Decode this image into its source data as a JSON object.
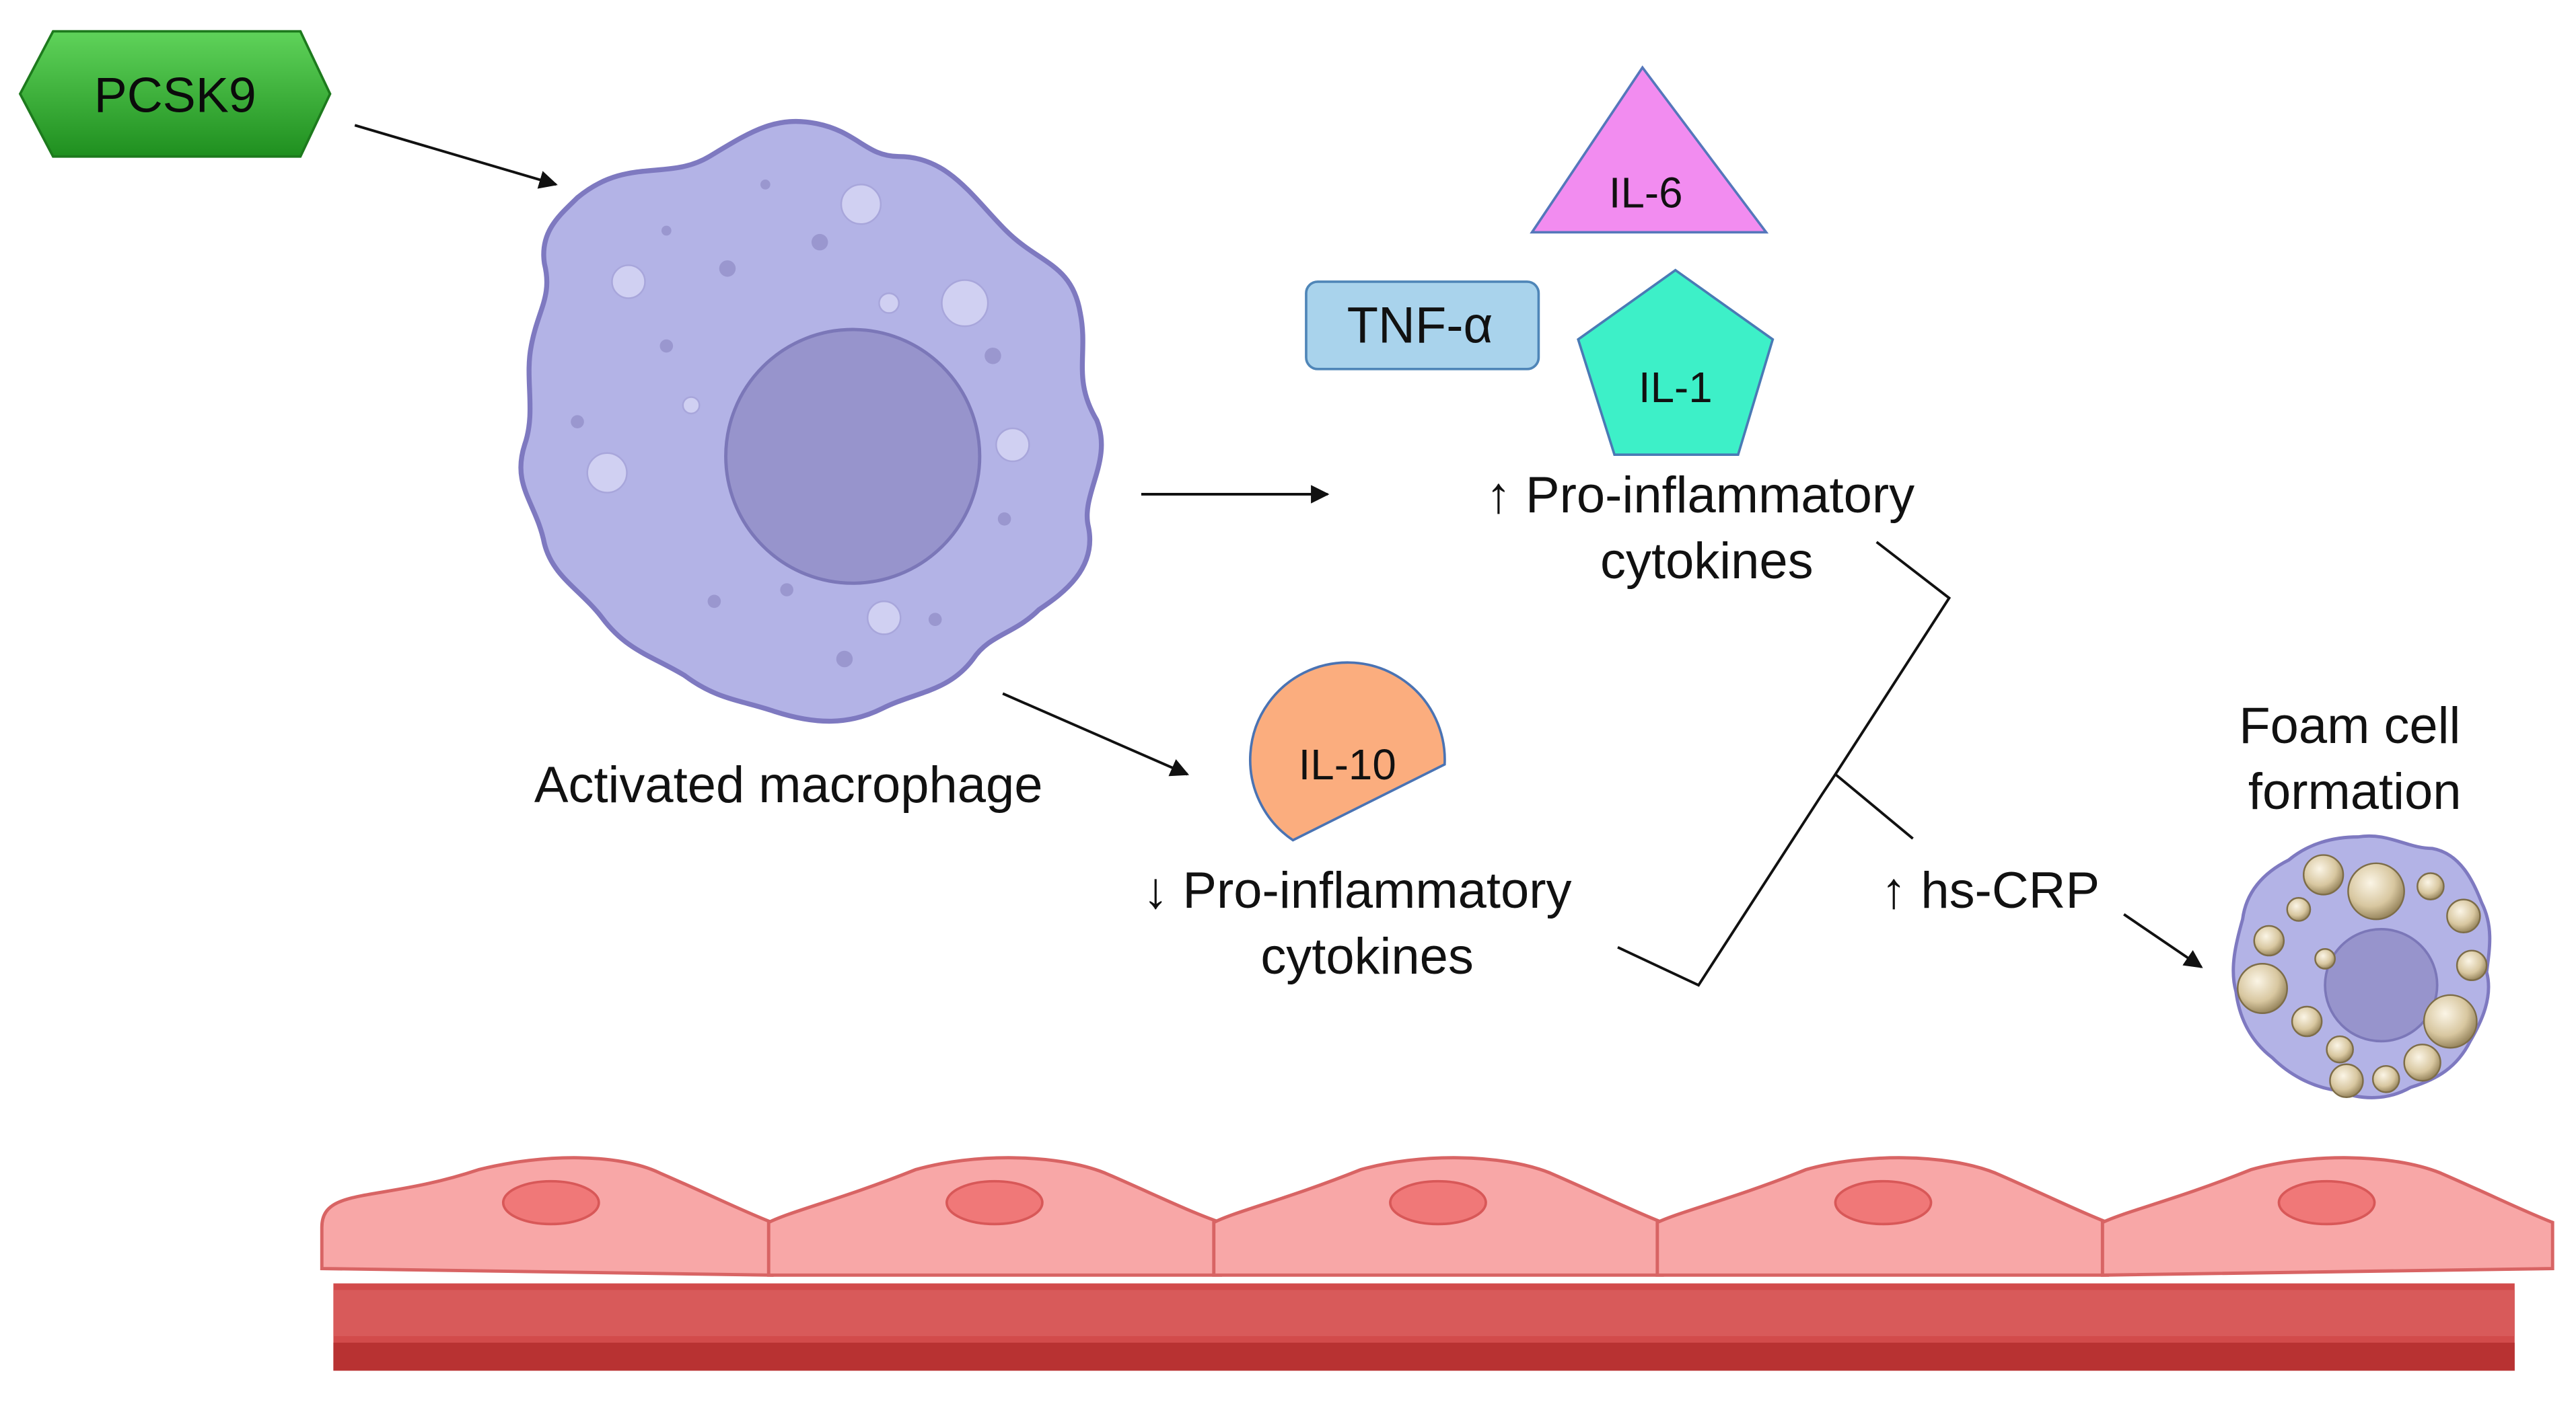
{
  "nodes": {
    "pcsk9": {
      "label": "PCSK9",
      "color": "#2fb02f",
      "icon": "hexagon"
    },
    "macrophage": {
      "label": "Activated macrophage",
      "color": "#b3b3e6",
      "icon": "macrophage-cell"
    },
    "il6": {
      "label": "IL-6",
      "color": "#f28cf0",
      "icon": "triangle"
    },
    "tnfa": {
      "label": "TNF-α",
      "color": "#a9d3ec",
      "icon": "rounded-rectangle"
    },
    "il1": {
      "label": "IL-1",
      "color": "#3df0c8",
      "icon": "pentagon"
    },
    "il10": {
      "label": "IL-10",
      "color": "#fbad7e",
      "icon": "half-circle"
    },
    "up_cytokines": {
      "line1": "↑ Pro-inflammatory",
      "line2": "cytokines"
    },
    "down_cytokines": {
      "line1": "↓ Pro-inflammatory",
      "line2": "cytokines"
    },
    "hscrp": {
      "label": "↑ hs-CRP"
    },
    "foam_cell": {
      "line1": "Foam cell",
      "line2": "formation",
      "color": "#b3b3e6",
      "icon": "foam-cell"
    },
    "endothelium": {
      "cell_color": "#f8a7a7",
      "nucleus_color": "#f07878",
      "vessel_color": "#d24b4b",
      "icon": "endothelial-layer"
    }
  }
}
